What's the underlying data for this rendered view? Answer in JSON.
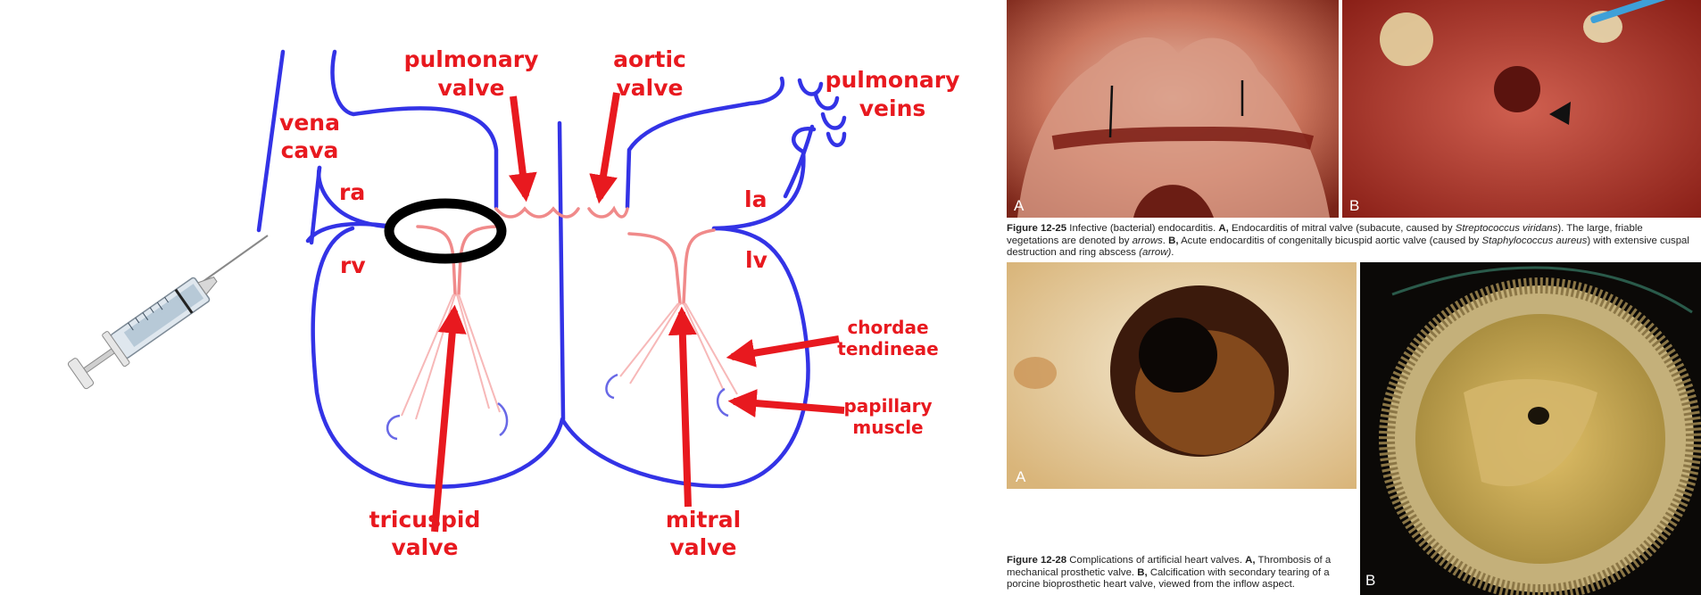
{
  "diagram": {
    "labels": {
      "vena_cava": [
        "vena",
        "cava"
      ],
      "pulmonary_valve": [
        "pulmonary",
        "valve"
      ],
      "aortic_valve": [
        "aortic",
        "valve"
      ],
      "pulmonary_veins": [
        "pulmonary",
        "veins"
      ],
      "ra": "ra",
      "rv": "rv",
      "la": "la",
      "lv": "lv",
      "chordae_tendineae": [
        "chordae",
        "tendineae"
      ],
      "papillary_muscle": [
        "papillary",
        "muscle"
      ],
      "tricuspid_valve": [
        "tricuspid",
        "valve"
      ],
      "mitral_valve": [
        "mitral",
        "valve"
      ]
    },
    "colors": {
      "heart_outline": "#3333e6",
      "label_red": "#e8191f",
      "valve_pink": "#f08a8a",
      "highlight_ring": "#000000"
    }
  },
  "figure_12_25": {
    "panel_a_letter": "A",
    "panel_b_letter": "B",
    "caption": {
      "number": "Figure 12-25",
      "t1": "Infective (bacterial) endocarditis. ",
      "a_marker": "A,",
      "t2": " Endocarditis of mitral valve (subacute, caused by ",
      "organism_1": "Streptococcus viridans",
      "t3": "). The large, friable vegetations are denoted by ",
      "arrows_word": "arrows",
      "t4": ". ",
      "b_marker": "B,",
      "t5": " Acute endocarditis of congenitally bicuspid aortic valve (caused by ",
      "organism_2": "Staphylococcus aureus",
      "t6": ") with extensive cuspal destruction and ring abscess ",
      "arrow_word": "(arrow)",
      "t7": "."
    }
  },
  "figure_12_28": {
    "panel_a_letter": "A",
    "panel_b_letter": "B",
    "caption": {
      "number": "Figure 12-28",
      "t1": " Complications of artificial heart valves. ",
      "a_marker": "A,",
      "t2": " Thrombosis of a mechanical prosthetic valve. ",
      "b_marker": "B,",
      "t3": " Calcification with secondary tearing of a porcine bioprosthetic heart valve, viewed from the inflow aspect."
    }
  }
}
